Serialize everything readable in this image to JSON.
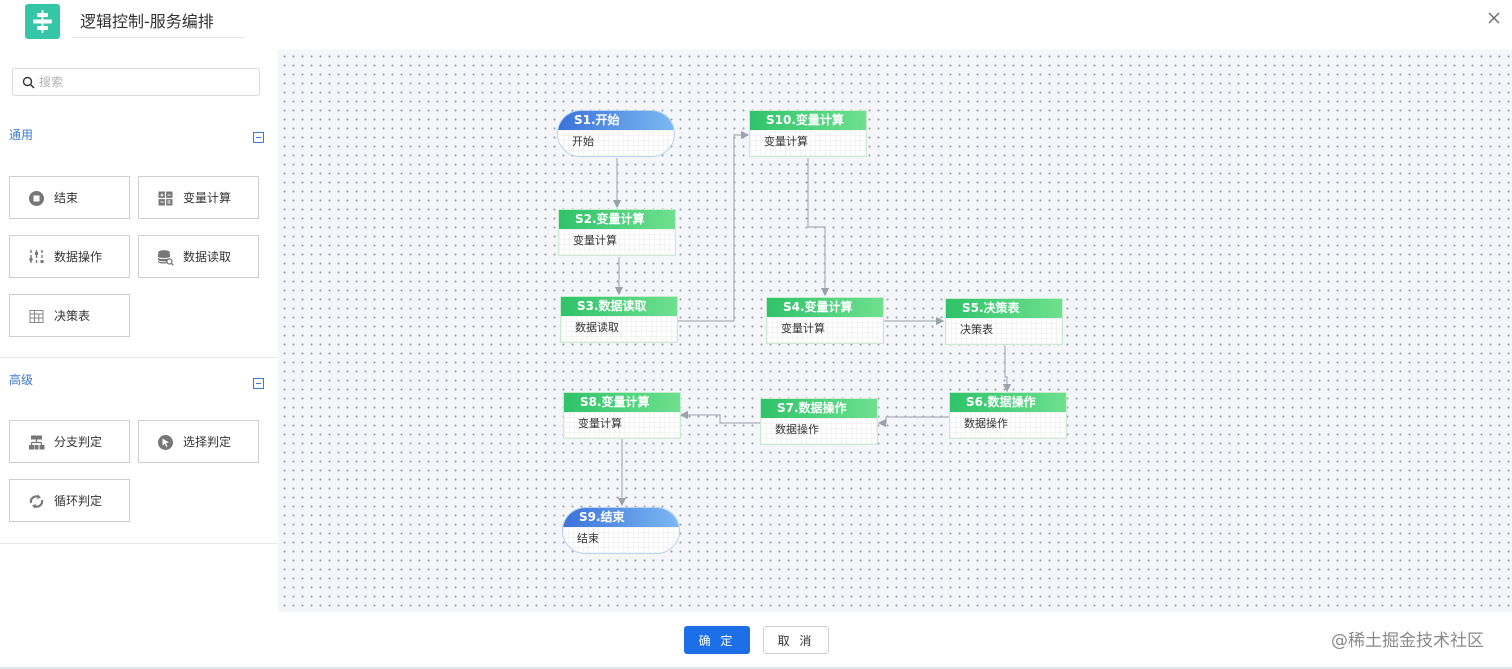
{
  "header": {
    "title": "逻辑控制-服务编排",
    "logo_icon": "flow-orchestration-icon",
    "close_icon": "close-icon"
  },
  "sidebar": {
    "search": {
      "placeholder": "搜索",
      "value": ""
    },
    "groups": [
      {
        "title": "通用",
        "collapse_icon": "collapse-icon",
        "items": [
          {
            "label": "结束",
            "icon": "stop-circle-icon"
          },
          {
            "label": "变量计算",
            "icon": "calculator-icon"
          },
          {
            "label": "数据操作",
            "icon": "sliders-icon"
          },
          {
            "label": "数据读取",
            "icon": "database-search-icon"
          },
          {
            "label": "决策表",
            "icon": "table-icon"
          }
        ]
      },
      {
        "title": "高级",
        "collapse_icon": "collapse-icon",
        "items": [
          {
            "label": "分支判定",
            "icon": "branch-icon"
          },
          {
            "label": "选择判定",
            "icon": "cursor-circle-icon"
          },
          {
            "label": "循环判定",
            "icon": "loop-icon"
          }
        ]
      }
    ]
  },
  "flow": {
    "nodes": [
      {
        "id": "S1",
        "title": "S1.开始",
        "body": "开始",
        "shape": "terminal"
      },
      {
        "id": "S2",
        "title": "S2.变量计算",
        "body": "变量计算",
        "shape": "task"
      },
      {
        "id": "S3",
        "title": "S3.数据读取",
        "body": "数据读取",
        "shape": "task"
      },
      {
        "id": "S4",
        "title": "S4.变量计算",
        "body": "变量计算",
        "shape": "task"
      },
      {
        "id": "S5",
        "title": "S5.决策表",
        "body": "决策表",
        "shape": "task"
      },
      {
        "id": "S6",
        "title": "S6.数据操作",
        "body": "数据操作",
        "shape": "task"
      },
      {
        "id": "S7",
        "title": "S7.数据操作",
        "body": "数据操作",
        "shape": "task"
      },
      {
        "id": "S8",
        "title": "S8.变量计算",
        "body": "变量计算",
        "shape": "task"
      },
      {
        "id": "S9",
        "title": "S9.结束",
        "body": "结束",
        "shape": "terminal"
      },
      {
        "id": "S10",
        "title": "S10.变量计算",
        "body": "变量计算",
        "shape": "task"
      }
    ],
    "edges": [
      {
        "from": "S1",
        "to": "S2"
      },
      {
        "from": "S2",
        "to": "S3"
      },
      {
        "from": "S3",
        "to": "S10"
      },
      {
        "from": "S10",
        "to": "S4"
      },
      {
        "from": "S4",
        "to": "S5"
      },
      {
        "from": "S5",
        "to": "S6"
      },
      {
        "from": "S6",
        "to": "S7"
      },
      {
        "from": "S7",
        "to": "S8"
      },
      {
        "from": "S8",
        "to": "S9"
      }
    ]
  },
  "footer": {
    "confirm_label": "确 定",
    "cancel_label": "取 消",
    "watermark": "@稀土掘金技术社区"
  },
  "colors": {
    "task_header": "#2fc36a",
    "terminal_header": "#3b72d9",
    "primary_button": "#1d6fe8",
    "group_title": "#3a7bd5",
    "logo": "#35c6a7"
  }
}
